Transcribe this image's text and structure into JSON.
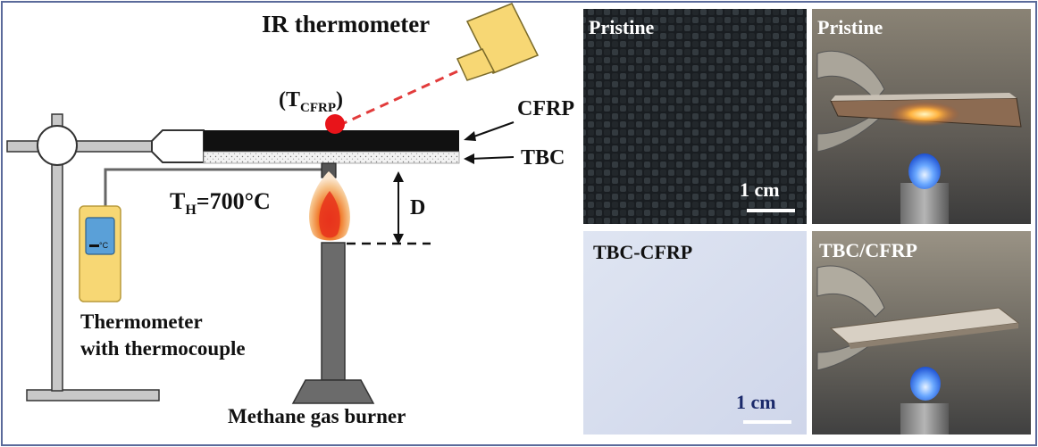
{
  "labels": {
    "ir_thermometer": "IR thermometer",
    "t_cfrp_open": "(T",
    "t_cfrp_sub": "CFRP",
    "t_cfrp_close": ")",
    "cfrp": "CFRP",
    "tbc": "TBC",
    "th_main": "T",
    "th_sub": "H",
    "th_value": "=700°C",
    "distance": "D",
    "thermometer_line1": "Thermometer",
    "thermometer_line2": "with thermocouple",
    "burner": "Methane gas burner",
    "display_unit": "°C"
  },
  "photos": {
    "pristine_surface": {
      "label": "Pristine",
      "scale": "1 cm"
    },
    "pristine_flame": {
      "label": "Pristine"
    },
    "tbc_surface": {
      "label": "TBC-CFRP",
      "scale": "1 cm"
    },
    "tbc_flame": {
      "label": "TBC/CFRP"
    }
  },
  "colors": {
    "border": "#5a6a9a",
    "stand": "#c8c8c8",
    "cfrp": "#111111",
    "ir_body": "#f7d774",
    "laser": "#e23b3b",
    "thermometer_body": "#f7d774",
    "thermometer_screen": "#5aa0d8",
    "burner": "#6b6b6b",
    "flame": "#f29a3a"
  }
}
